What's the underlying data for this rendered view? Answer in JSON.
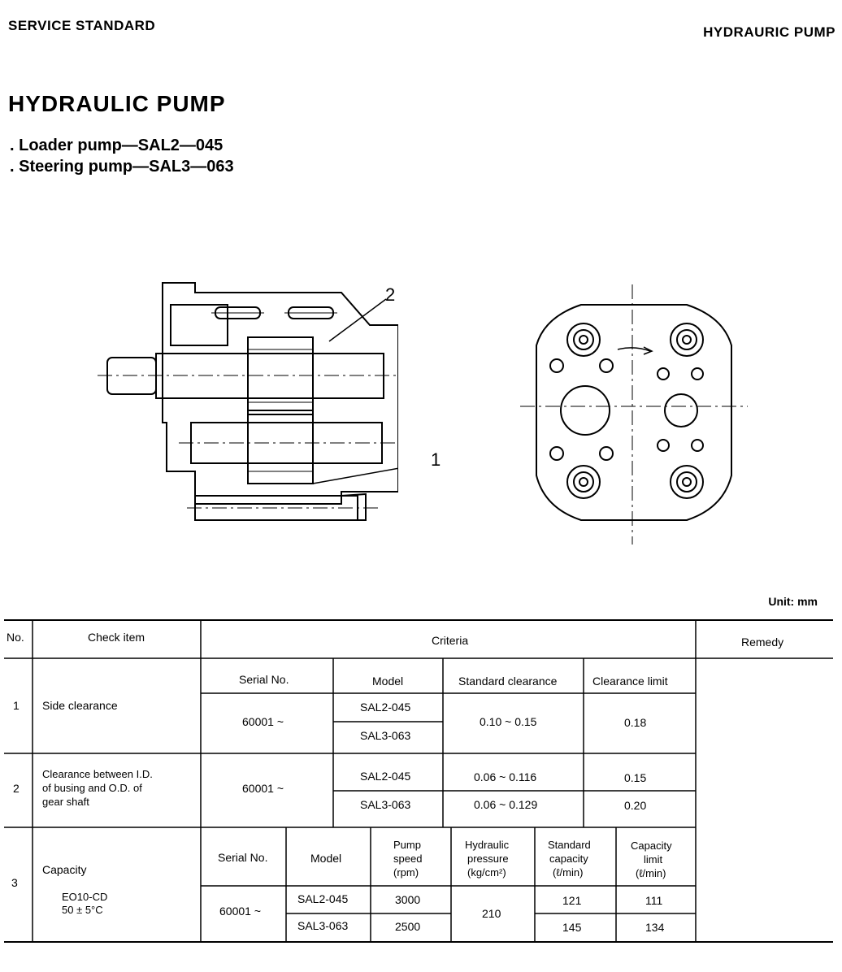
{
  "header": {
    "left": "SERVICE STANDARD",
    "right": "HYDRAURIC PUMP"
  },
  "title": "HYDRAULIC PUMP",
  "subtitles": [
    ". Loader pump—SAL2—045",
    ". Steering pump—SAL3—063"
  ],
  "figure": {
    "callout_1": "1",
    "callout_2": "2"
  },
  "unit": "Unit:  mm",
  "table": {
    "headers": {
      "no": "No.",
      "check_item": "Check item",
      "criteria": "Criteria",
      "remedy": "Remedy"
    },
    "row1": {
      "no": "1",
      "item": "Side clearance",
      "h_serial": "Serial No.",
      "h_model": "Model",
      "h_std": "Standard clearance",
      "h_limit": "Clearance limit",
      "serial": "60001 ~",
      "model_a": "SAL2-045",
      "model_b": "SAL3-063",
      "std": "0.10 ~ 0.15",
      "limit": "0.18"
    },
    "row2": {
      "no": "2",
      "item_l1": "Clearance between I.D.",
      "item_l2": "of busing and O.D. of",
      "item_l3": "gear shaft",
      "serial": "60001 ~",
      "model_a": "SAL2-045",
      "model_b": "SAL3-063",
      "std_a": "0.06 ~ 0.116",
      "std_b": "0.06 ~ 0.129",
      "limit_a": "0.15",
      "limit_b": "0.20"
    },
    "row3": {
      "no": "3",
      "item": "Capacity",
      "cond_l1": "EO10-CD",
      "cond_l2": "50 ± 5°C",
      "h_serial": "Serial No.",
      "h_model": "Model",
      "h_speed_l1": "Pump",
      "h_speed_l2": "speed",
      "h_speed_l3": "(rpm)",
      "h_press_l1": "Hydraulic",
      "h_press_l2": "pressure",
      "h_press_l3": "(kg/cm²)",
      "h_std_l1": "Standard",
      "h_std_l2": "capacity",
      "h_std_l3": "(ℓ/min)",
      "h_lim_l1": "Capacity",
      "h_lim_l2": "limit",
      "h_lim_l3": "(ℓ/min)",
      "serial": "60001 ~",
      "model_a": "SAL2-045",
      "model_b": "SAL3-063",
      "speed_a": "3000",
      "speed_b": "2500",
      "pressure": "210",
      "std_a": "121",
      "std_b": "145",
      "lim_a": "111",
      "lim_b": "134"
    }
  }
}
